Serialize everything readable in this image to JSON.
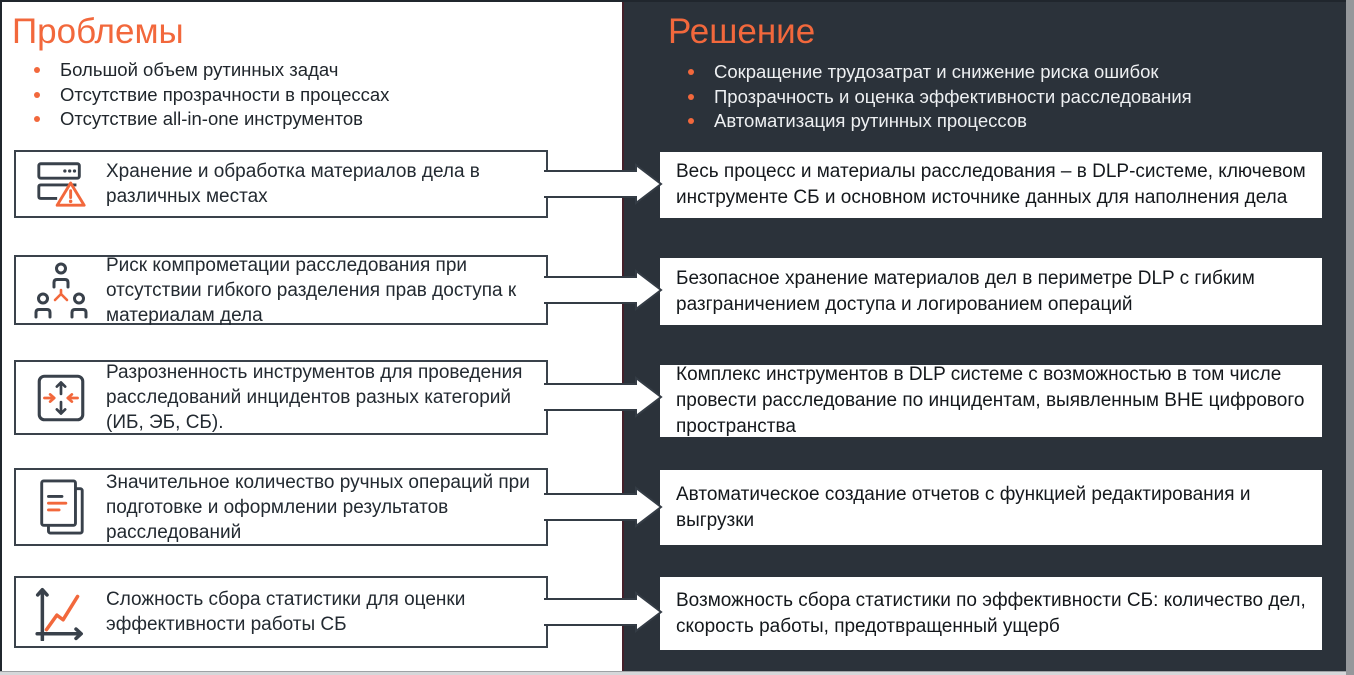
{
  "colors": {
    "accent": "#f2683c",
    "dark_panel": "#2b323a",
    "icon_stroke": "#39414b"
  },
  "problems": {
    "title": "Проблемы",
    "bullets": [
      "Большой объем рутинных задач",
      "Отсутствие прозрачности в процессах",
      "Отсутствие all-in-one инструментов"
    ],
    "items": [
      {
        "icon": "storage-warning-icon",
        "text": "Хранение и обработка материалов дела в различных местах"
      },
      {
        "icon": "access-hierarchy-icon",
        "text": "Риск компрометации расследования при отсутствии гибкого разделения прав доступа к материалам дела"
      },
      {
        "icon": "converge-arrows-icon",
        "text": "Разрозненность инструментов для проведения расследований инцидентов разных категорий (ИБ, ЭБ, СБ)."
      },
      {
        "icon": "document-lines-icon",
        "text": "Значительное количество ручных операций при подготовке и оформлении результатов расследований"
      },
      {
        "icon": "line-chart-icon",
        "text": "Сложность сбора статистики для оценки эффективности работы СБ"
      }
    ]
  },
  "solutions": {
    "title": "Решение",
    "bullets": [
      "Сокращение трудозатрат и снижение риска ошибок",
      "Прозрачность и оценка эффективности расследования",
      "Автоматизация рутинных процессов"
    ],
    "items": [
      {
        "text": "Весь процесс и материалы расследования – в DLP-системе, ключевом инструменте СБ и основном источнике данных для наполнения дела"
      },
      {
        "text": "Безопасное хранение материалов дел в периметре DLP с гибким разграничением доступа и логированием операций"
      },
      {
        "text": "Комплекс инструментов в DLP системе с возможностью в том числе провести расследование по инцидентам, выявленным ВНЕ цифрового пространства"
      },
      {
        "text": "Автоматическое создание отчетов с функцией редактирования и выгрузки"
      },
      {
        "text": "Возможность сбора статистики по эффективности СБ: количество дел, скорость работы, предотвращенный ущерб"
      }
    ]
  }
}
